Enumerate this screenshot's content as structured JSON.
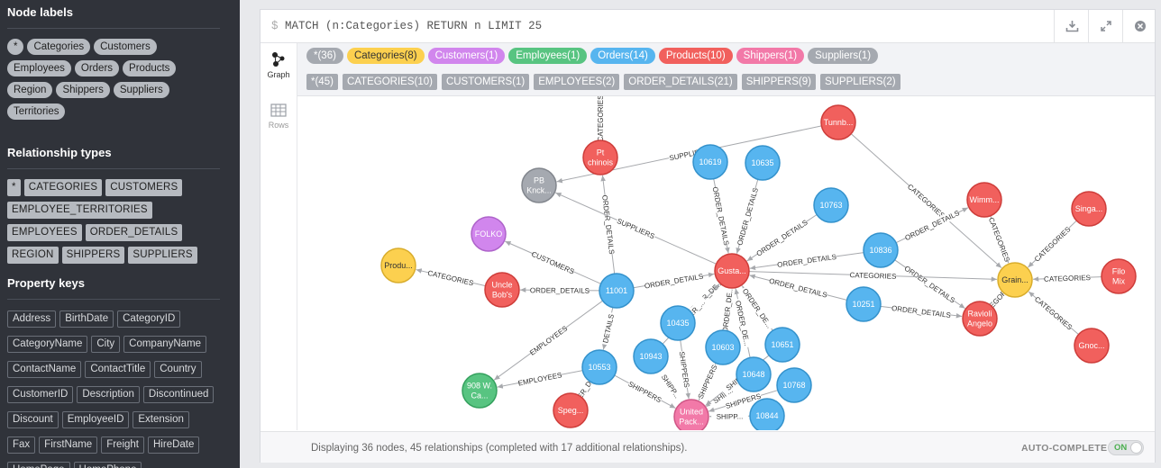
{
  "sidebar": {
    "node_labels_title": "Node labels",
    "node_labels": [
      "*",
      "Categories",
      "Customers",
      "Employees",
      "Orders",
      "Products",
      "Region",
      "Shippers",
      "Suppliers",
      "Territories"
    ],
    "rel_types_title": "Relationship types",
    "rel_types": [
      "*",
      "CATEGORIES",
      "CUSTOMERS",
      "EMPLOYEE_TERRITORIES",
      "EMPLOYEES",
      "ORDER_DETAILS",
      "REGION",
      "SHIPPERS",
      "SUPPLIERS"
    ],
    "prop_keys_title": "Property keys",
    "prop_keys": [
      "Address",
      "BirthDate",
      "CategoryID",
      "CategoryName",
      "City",
      "CompanyName",
      "ContactName",
      "ContactTitle",
      "Country",
      "CustomerID",
      "Description",
      "Discontinued",
      "Discount",
      "EmployeeID",
      "Extension",
      "Fax",
      "FirstName",
      "Freight",
      "HireDate",
      "HomePage",
      "HomePhone"
    ]
  },
  "query": {
    "prompt": "$",
    "text": "MATCH (n:Categories) RETURN n LIMIT 25"
  },
  "toolbar": {
    "download_icon": "download-icon",
    "expand_icon": "expand-icon",
    "close_icon": "close-icon"
  },
  "nav": {
    "graph_label": "Graph",
    "rows_label": "Rows"
  },
  "legend": {
    "labels": [
      {
        "text": "*(36)",
        "color": "#a5a9b0"
      },
      {
        "text": "Categories(8)",
        "color": "#fcd04f",
        "dark": true
      },
      {
        "text": "Customers(1)",
        "color": "#d186ed"
      },
      {
        "text": "Employees(1)",
        "color": "#58c481"
      },
      {
        "text": "Orders(14)",
        "color": "#57b5ef"
      },
      {
        "text": "Products(10)",
        "color": "#f1605d"
      },
      {
        "text": "Shippers(1)",
        "color": "#f279a8"
      },
      {
        "text": "Suppliers(1)",
        "color": "#a5a9b0"
      }
    ],
    "rels": [
      "*(45)",
      "CATEGORIES(10)",
      "CUSTOMERS(1)",
      "EMPLOYEES(2)",
      "ORDER_DETAILS(21)",
      "SHIPPERS(9)",
      "SUPPLIERS(2)"
    ]
  },
  "colors": {
    "category": "#fcd04f",
    "customer": "#d186ed",
    "employee": "#58c481",
    "order": "#57b5ef",
    "product": "#f1605d",
    "shipper": "#f279a8",
    "supplier": "#a5a9b0"
  },
  "graph": {
    "nodes": [
      {
        "id": "tunnb",
        "label": "Tunnb...",
        "type": "product"
      },
      {
        "id": "pt",
        "label": "Pt chinois",
        "type": "product"
      },
      {
        "id": "pb",
        "label": "PB Knck...",
        "type": "supplier"
      },
      {
        "id": "o10619",
        "label": "10619",
        "type": "order"
      },
      {
        "id": "o10635",
        "label": "10635",
        "type": "order"
      },
      {
        "id": "o10763",
        "label": "10763",
        "type": "order"
      },
      {
        "id": "wimm",
        "label": "Wimm...",
        "type": "product"
      },
      {
        "id": "singa",
        "label": "Singa...",
        "type": "product"
      },
      {
        "id": "folko",
        "label": "FOLKO",
        "type": "customer"
      },
      {
        "id": "o10836",
        "label": "10836",
        "type": "order"
      },
      {
        "id": "produ",
        "label": "Produ...",
        "type": "category"
      },
      {
        "id": "gusta",
        "label": "Gusta...",
        "type": "product"
      },
      {
        "id": "grain",
        "label": "Grain...",
        "type": "category"
      },
      {
        "id": "filo",
        "label": "Filo Mix",
        "type": "product"
      },
      {
        "id": "uncle",
        "label": "Uncle Bob's",
        "type": "product"
      },
      {
        "id": "o11001",
        "label": "11001",
        "type": "order"
      },
      {
        "id": "o10251",
        "label": "10251",
        "type": "order"
      },
      {
        "id": "ravioli",
        "label": "Ravioli Angelo",
        "type": "product"
      },
      {
        "id": "o10435",
        "label": "10435",
        "type": "order"
      },
      {
        "id": "o10603",
        "label": "10603",
        "type": "order"
      },
      {
        "id": "o10651",
        "label": "10651",
        "type": "order"
      },
      {
        "id": "gnoc",
        "label": "Gnoc...",
        "type": "product"
      },
      {
        "id": "o10943",
        "label": "10943",
        "type": "order"
      },
      {
        "id": "o10553",
        "label": "10553",
        "type": "order"
      },
      {
        "id": "o10648",
        "label": "10648",
        "type": "order"
      },
      {
        "id": "o10768",
        "label": "10768",
        "type": "order"
      },
      {
        "id": "w908",
        "label": "908 W. Ca...",
        "type": "employee"
      },
      {
        "id": "spegs",
        "label": "Speg...",
        "type": "product"
      },
      {
        "id": "united",
        "label": "United Pack...",
        "type": "shipper"
      },
      {
        "id": "o10844",
        "label": "10844",
        "type": "order"
      }
    ],
    "edges": [
      {
        "from": "tunnb",
        "to": "pb",
        "label": "SUPPLIERS"
      },
      {
        "from": "tunnb",
        "to": "grain",
        "label": "CATEGORIES"
      },
      {
        "from": "pt",
        "to": "top",
        "label": "CATEGORIES"
      },
      {
        "from": "o11001",
        "to": "pt",
        "label": "ORDER_DETAILS"
      },
      {
        "from": "gusta",
        "to": "pb",
        "label": "SUPPLIERS"
      },
      {
        "from": "o10619",
        "to": "gusta",
        "label": "ORDER_DETAILS"
      },
      {
        "from": "o10635",
        "to": "gusta",
        "label": "ORDER_DETAILS"
      },
      {
        "from": "o10763",
        "to": "gusta",
        "label": "ORDER_DETAILS"
      },
      {
        "from": "o10836",
        "to": "gusta",
        "label": "ORDER_DETAILS"
      },
      {
        "from": "o10836",
        "to": "wimm",
        "label": "ORDER_DETAILS"
      },
      {
        "from": "o10836",
        "to": "ravioli",
        "label": "ORDER_DETAILS"
      },
      {
        "from": "wimm",
        "to": "grain",
        "label": "CATEGORIES"
      },
      {
        "from": "singa",
        "to": "grain",
        "label": "CATEGORIES"
      },
      {
        "from": "filo",
        "to": "grain",
        "label": "CATEGORIES"
      },
      {
        "from": "gnoc",
        "to": "grain",
        "label": "CATEGORIES"
      },
      {
        "from": "ravioli",
        "to": "grain",
        "label": "CATEGORIES"
      },
      {
        "from": "gusta",
        "to": "grain",
        "label": "CATEGORIES"
      },
      {
        "from": "o11001",
        "to": "folko",
        "label": "CUSTOMERS"
      },
      {
        "from": "uncle",
        "to": "produ",
        "label": "CATEGORIES"
      },
      {
        "from": "o11001",
        "to": "uncle",
        "label": "ORDER_DETAILS"
      },
      {
        "from": "o11001",
        "to": "gusta",
        "label": "ORDER_DETAILS"
      },
      {
        "from": "o10251",
        "to": "gusta",
        "label": "ORDER_DETAILS"
      },
      {
        "from": "o10251",
        "to": "ravioli",
        "label": "ORDER_DETAILS"
      },
      {
        "from": "o10435",
        "to": "gusta",
        "label": "ORDER_DE..."
      },
      {
        "from": "o10603",
        "to": "gusta",
        "label": "ORDER_DE..."
      },
      {
        "from": "o10651",
        "to": "gusta",
        "label": "ORDER_DE..."
      },
      {
        "from": "o10648",
        "to": "gusta",
        "label": "ORDER_DE..."
      },
      {
        "from": "o10943",
        "to": "gusta",
        "label": "ORDER_..."
      },
      {
        "from": "o11001",
        "to": "w908",
        "label": "EMPLOYEES"
      },
      {
        "from": "o10553",
        "to": "w908",
        "label": "EMPLOYEES"
      },
      {
        "from": "o11001",
        "to": "o10553",
        "label": "DETAILS"
      },
      {
        "from": "o10553",
        "to": "spegs",
        "label": "ORDER_DETA..."
      },
      {
        "from": "o10553",
        "to": "united",
        "label": "SHIPPERS"
      },
      {
        "from": "o10943",
        "to": "united",
        "label": "SHIPP..."
      },
      {
        "from": "o10435",
        "to": "united",
        "label": "SHIPPERS"
      },
      {
        "from": "o10603",
        "to": "united",
        "label": "SHIPPERS"
      },
      {
        "from": "o10648",
        "to": "united",
        "label": "SHIP..."
      },
      {
        "from": "o10768",
        "to": "united",
        "label": "SHIPPERS"
      },
      {
        "from": "o10844",
        "to": "united",
        "label": "SHIPP..."
      },
      {
        "from": "o10651",
        "to": "united",
        "label": "SHIPP..."
      }
    ]
  },
  "status": {
    "text": "Displaying 36 nodes, 45 relationships (completed with 17 additional relationships).",
    "autocomplete_label": "AUTO-COMPLETE",
    "toggle_label": "ON"
  }
}
